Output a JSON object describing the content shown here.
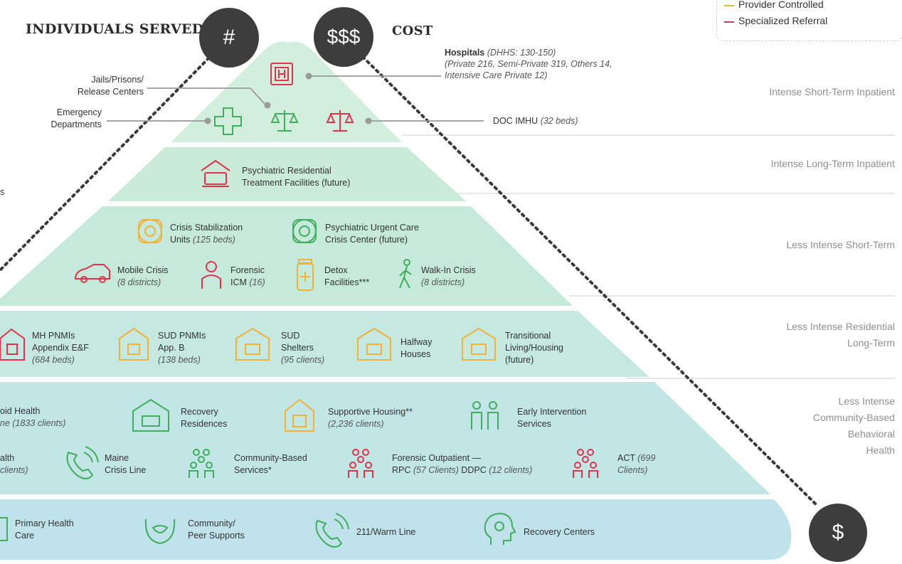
{
  "header": {
    "individuals_label": "INDIVIDUALS SERVED",
    "individuals_symbol": "#",
    "cost_top_symbol": "$$$",
    "cost_label": "COST",
    "cost_bottom_symbol": "$"
  },
  "legend": {
    "items": [
      {
        "label": "Provider Controlled",
        "color": "#f2b233"
      },
      {
        "label": "Specialized Referral",
        "color": "#e0344d"
      }
    ]
  },
  "tiers": {
    "t1": "Intense Short-Term Inpatient",
    "t2": "Intense Long-Term Inpatient",
    "t3": "Less Intense Short-Term",
    "t4a": "Less Intense Residential",
    "t4b": "Long-Term",
    "t5a": "Less Intense",
    "t5b": "Community-Based",
    "t5c": "Behavioral",
    "t5d": "Health"
  },
  "callouts": {
    "jails_1": "Jails/Prisons/",
    "jails_2": "Release Centers",
    "ed_1": "Emergency",
    "ed_2": "Departments",
    "hosp_bold": "Hospitals",
    "hosp_it": "(DHHS: 130-150)",
    "hosp_2": "(Private 216, Semi-Private 319, Others 14,",
    "hosp_3": "Intensive Care Private 12)",
    "doc_bold": "DOC IMHU",
    "doc_it": "(32 beds)",
    "edge_s": "s"
  },
  "items": {
    "prtf_1": "Psychiatric Residential",
    "prtf_2": "Treatment Facilities (future)",
    "csu_1": "Crisis Stabilization",
    "csu_2a": "Units",
    "csu_2b": "(125 beds)",
    "pucc_1": "Psychiatric Urgent Care",
    "pucc_2": "Crisis Center (future)",
    "mobile_1": "Mobile Crisis",
    "mobile_2": "(8 districts)",
    "forensic_1": "Forensic",
    "forensic_2a": "ICM",
    "forensic_2b": "(16)",
    "detox_1": "Detox",
    "detox_2": "Facilities***",
    "walkin_1": "Walk-In Crisis",
    "walkin_2": "(8 districts)",
    "mh_1": "MH PNMIs",
    "mh_2": "Appendix E&F",
    "mh_3": "(684 beds)",
    "sud_1": "SUD PNMIs",
    "sud_2": "App. B",
    "sud_3": "(138 beds)",
    "sudsh_1": "SUD",
    "sudsh_2": "Shelters",
    "sudsh_3": "(95 clients)",
    "half_1": "Halfway",
    "half_2": "Houses",
    "trans_1": "Transitional",
    "trans_2": "Living/Housing",
    "trans_3": "(future)",
    "oid_1": "oid Health",
    "oid_2": "ne (1833 clients)",
    "rec_1": "Recovery",
    "rec_2": "Residences",
    "sup_1": "Supportive Housing**",
    "sup_2": "(2,236 clients)",
    "eis_1": "Early Intervention",
    "eis_2": "Services",
    "alth_1": "alth",
    "alth_2": "clients)",
    "mcl_1": "Maine",
    "mcl_2": "Crisis Line",
    "cbs_1": "Community-Based",
    "cbs_2": "Services*",
    "fo_1": "Forensic Outpatient —",
    "fo_2a": "RPC",
    "fo_2b": "(57 Clients)",
    "fo_2c": "DDPC",
    "fo_2d": "(12 clients)",
    "act_1": "ACT",
    "act_1b": "(699",
    "act_2": "Clients)",
    "phc_1": "Primary Health",
    "phc_2": "Care",
    "cps_1": "Community/",
    "cps_2": "Peer Supports",
    "warm": "211/Warm Line",
    "rc": "Recovery Centers"
  },
  "colors": {
    "green_light": "#d2eedc",
    "green_mid": "#c3e8d4",
    "teal_light": "#c8eae0",
    "teal_mid": "#c3e6e2",
    "blue_light": "#c4e4ea",
    "blue_bottom": "#c2e2ec",
    "icon_green": "#3fae5d",
    "icon_yellow": "#f2b233",
    "icon_red": "#e0344d",
    "dark_circle": "#3d3d3d"
  }
}
